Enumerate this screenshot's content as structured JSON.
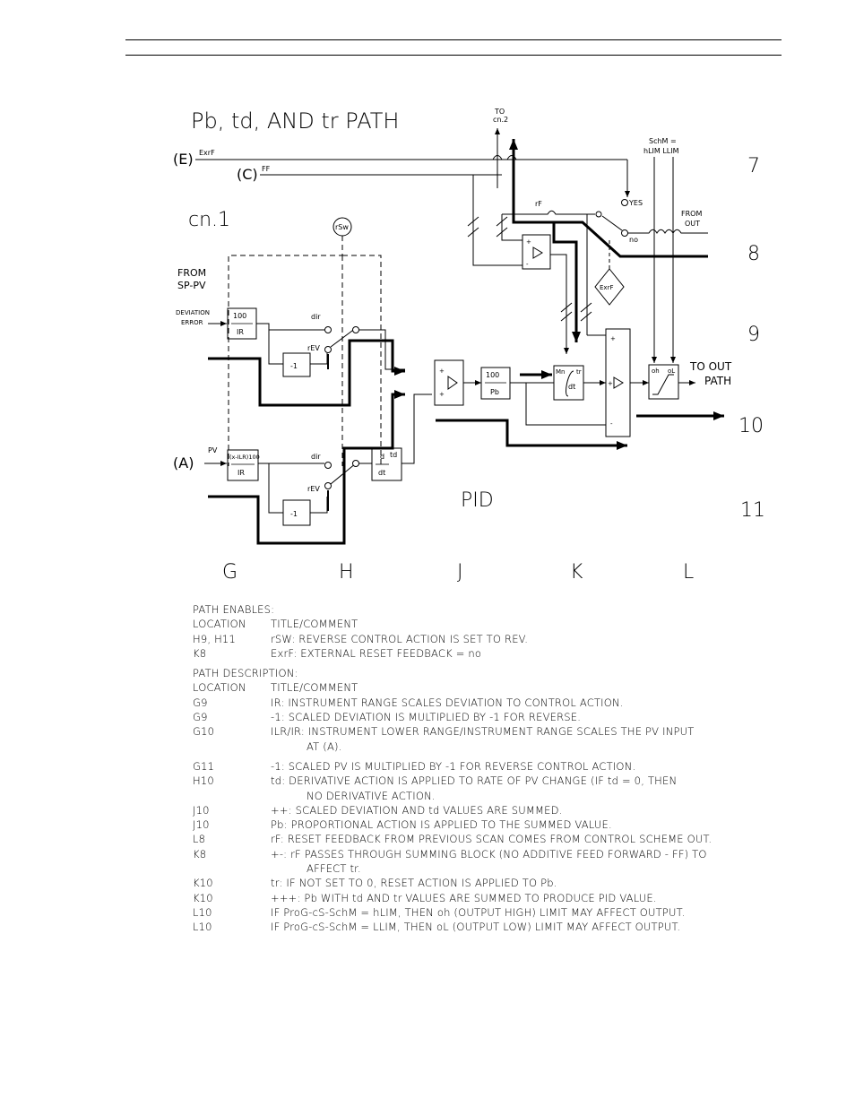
{
  "diagram": {
    "title": "Pb, td, AND tr PATH",
    "cn1": "cn.1",
    "pid": "PID",
    "to_cn2": [
      "TO",
      "cn.2"
    ],
    "from_sp_pv": [
      "FROM",
      "SP-PV"
    ],
    "deviation_error": [
      "DEVIATION",
      "ERROR"
    ],
    "input_e": "(E)",
    "input_e_tag": "ExrF",
    "input_c": "(C)",
    "input_c_tag": "FF",
    "input_a": "(A)",
    "input_a_tag": "PV",
    "rsw": "rSw",
    "dir": "dir",
    "rev": "rEV",
    "minus_one": "-1",
    "scale_100": "100",
    "ir": "IR",
    "ilr": "(x-ILR)100",
    "pb": "Pb",
    "d": "d",
    "dt": "dt",
    "td": "td",
    "mn": "Mn",
    "tr": "tr",
    "oh": "oh",
    "ol": "oL",
    "rf": "rF",
    "yes": "YES",
    "no": "no",
    "exrf_diamond": "ExrF",
    "schm": [
      "SchM =",
      "hLIM  LLIM"
    ],
    "from_out": [
      "FROM",
      "OUT"
    ],
    "to_out_path": [
      "TO OUT",
      "PATH"
    ],
    "row_numbers": [
      "7",
      "8",
      "9",
      "10",
      "11"
    ],
    "col_letters": [
      "G",
      "H",
      "J",
      "K",
      "L"
    ]
  },
  "notes": {
    "enables_heading": "PATH ENABLES:",
    "enables_header": {
      "loc": "LOCATION",
      "cmt": "TITLE/COMMENT"
    },
    "enables": [
      {
        "loc": "H9, H11",
        "cmt": "rSW: REVERSE CONTROL ACTION IS SET TO REV."
      },
      {
        "loc": "K8",
        "cmt": "ExrF: EXTERNAL RESET FEEDBACK = no"
      }
    ],
    "description_heading": "PATH DESCRIPTION:",
    "description_header": {
      "loc": "LOCATION",
      "cmt": "TITLE/COMMENT"
    },
    "description": [
      {
        "loc": "G9",
        "cmt": "IR: INSTRUMENT RANGE SCALES DEVIATION TO CONTROL ACTION."
      },
      {
        "loc": "G9",
        "cmt": "-1: SCALED DEVIATION IS MULTIPLIED BY -1 FOR REVERSE."
      },
      {
        "loc": "G10",
        "cmt": "ILR/IR: INSTRUMENT LOWER RANGE/INSTRUMENT RANGE SCALES THE PV INPUT",
        "cont": "AT (A)."
      },
      {
        "loc": "G11",
        "cmt": "-1: SCALED PV IS MULTIPLIED BY -1 FOR REVERSE CONTROL ACTION."
      },
      {
        "loc": "H10",
        "cmt": "td: DERIVATIVE ACTION IS APPLIED TO RATE OF PV CHANGE (IF td = 0, THEN",
        "cont": "NO DERIVATIVE ACTION."
      },
      {
        "loc": "J10",
        "cmt": "++: SCALED DEVIATION AND td VALUES ARE SUMMED."
      },
      {
        "loc": "J10",
        "cmt": "Pb: PROPORTIONAL ACTION IS APPLIED TO THE SUMMED VALUE."
      },
      {
        "loc": "L8",
        "cmt": "rF: RESET FEEDBACK FROM PREVIOUS SCAN COMES FROM CONTROL SCHEME OUT."
      },
      {
        "loc": "K8",
        "cmt": "+-: rF PASSES THROUGH SUMMING BLOCK (NO ADDITIVE FEED FORWARD - FF) TO",
        "cont": "AFFECT tr."
      },
      {
        "loc": "K10",
        "cmt": "tr: IF NOT SET TO 0, RESET ACTION IS APPLIED TO Pb."
      },
      {
        "loc": "K10",
        "cmt": "+++: Pb WITH td AND tr VALUES ARE SUMMED TO PRODUCE PID VALUE."
      },
      {
        "loc": "L10",
        "cmt": "IF ProG-cS-SchM = hLIM, THEN oh (OUTPUT HIGH) LIMIT MAY AFFECT OUTPUT."
      },
      {
        "loc": "L10",
        "cmt": "IF ProG-cS-SchM = LLIM, THEN oL (OUTPUT LOW) LIMIT MAY AFFECT OUTPUT."
      }
    ]
  }
}
